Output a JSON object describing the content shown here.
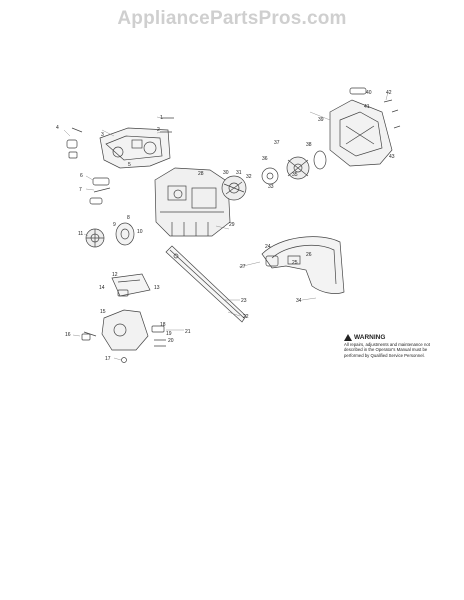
{
  "watermark": "AppliancePartsPros.com",
  "warning": {
    "title": "WARNING",
    "body": "All repairs, adjustments and maintenance not described in the Operator's Manual must be performed by Qualified Service Personnel."
  },
  "callouts": [
    {
      "id": "c1",
      "text": "1"
    },
    {
      "id": "c2",
      "text": "2"
    },
    {
      "id": "c3",
      "text": "3"
    },
    {
      "id": "c4",
      "text": "4"
    },
    {
      "id": "c5",
      "text": "5"
    },
    {
      "id": "c6",
      "text": "6"
    },
    {
      "id": "c7",
      "text": "7"
    },
    {
      "id": "c8",
      "text": "8"
    },
    {
      "id": "c9",
      "text": "9"
    },
    {
      "id": "c10",
      "text": "10"
    },
    {
      "id": "c11",
      "text": "11"
    },
    {
      "id": "c12",
      "text": "12"
    },
    {
      "id": "c13",
      "text": "13"
    },
    {
      "id": "c14",
      "text": "14"
    },
    {
      "id": "c15",
      "text": "15"
    },
    {
      "id": "c16",
      "text": "16"
    },
    {
      "id": "c17",
      "text": "17"
    },
    {
      "id": "c18",
      "text": "18"
    },
    {
      "id": "c19",
      "text": "19"
    },
    {
      "id": "c20",
      "text": "20"
    },
    {
      "id": "c21",
      "text": "21"
    },
    {
      "id": "c22",
      "text": "22"
    },
    {
      "id": "c23",
      "text": "23"
    },
    {
      "id": "c24",
      "text": "24"
    },
    {
      "id": "c25",
      "text": "25"
    },
    {
      "id": "c26",
      "text": "26"
    },
    {
      "id": "c27",
      "text": "27"
    },
    {
      "id": "c28",
      "text": "28"
    },
    {
      "id": "c29",
      "text": "29"
    },
    {
      "id": "c30",
      "text": "30"
    },
    {
      "id": "c31",
      "text": "31"
    },
    {
      "id": "c32",
      "text": "32"
    },
    {
      "id": "c33",
      "text": "33"
    },
    {
      "id": "c34",
      "text": "34"
    },
    {
      "id": "c35",
      "text": "35"
    },
    {
      "id": "c36",
      "text": "36"
    },
    {
      "id": "c37",
      "text": "37"
    },
    {
      "id": "c38",
      "text": "38"
    },
    {
      "id": "c39",
      "text": "39"
    },
    {
      "id": "c40",
      "text": "40"
    },
    {
      "id": "c41",
      "text": "41"
    },
    {
      "id": "c42",
      "text": "42"
    },
    {
      "id": "c43",
      "text": "43"
    }
  ]
}
